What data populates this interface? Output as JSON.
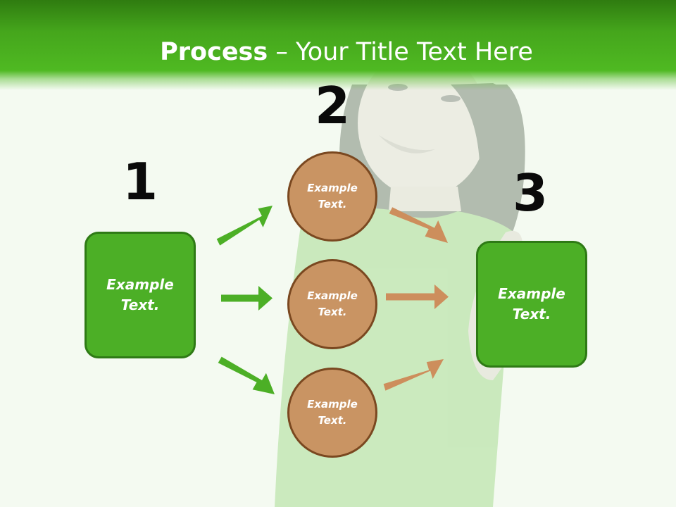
{
  "slide": {
    "title_strong": "Process",
    "title_rest": " – Your Title Text Here"
  },
  "steps": {
    "step1_number": "1",
    "step2_number": "2",
    "step3_number": "3"
  },
  "boxes": {
    "left_text": "Example\nText.",
    "right_text": "Example\nText."
  },
  "circles": [
    {
      "text": "Example\nText."
    },
    {
      "text": "Example\nText."
    },
    {
      "text": "Example\nText."
    }
  ],
  "colors": {
    "header_green": "#4fb922",
    "box_green": "#4caf26",
    "box_border": "#2e7a15",
    "circle_fill": "#c99463",
    "circle_border": "#7a4820",
    "arrow_green": "#4caf26",
    "arrow_brown": "#cd8e5c",
    "background": "#f4faf1"
  }
}
